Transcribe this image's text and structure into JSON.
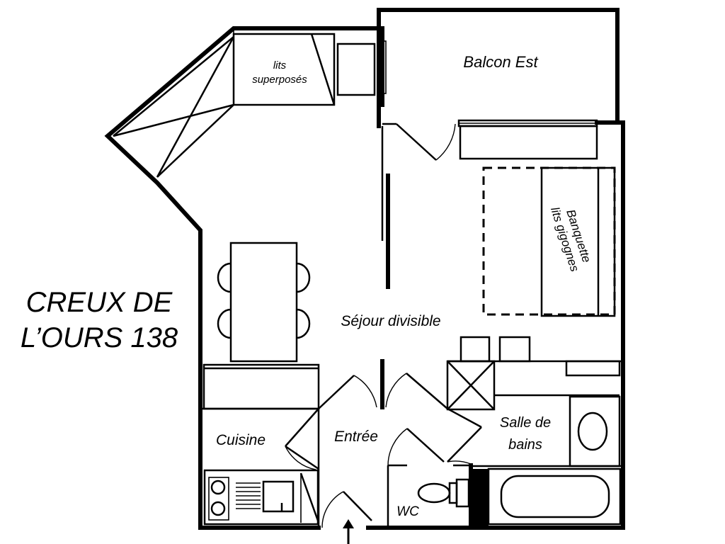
{
  "plan": {
    "title_lines": [
      "CREUX DE",
      "L’OURS 138"
    ],
    "rooms": {
      "balcon": "Balcon Est",
      "lits_line1": "lits",
      "lits_line2": "superposés",
      "banquette_line1": "Banquette",
      "banquette_line2": "lits gigognes",
      "sejour": "Séjour divisible",
      "cuisine": "Cuisine",
      "entree": "Entrée",
      "sdb_line1": "Salle de",
      "sdb_line2": "bains",
      "wc": "WC"
    }
  }
}
